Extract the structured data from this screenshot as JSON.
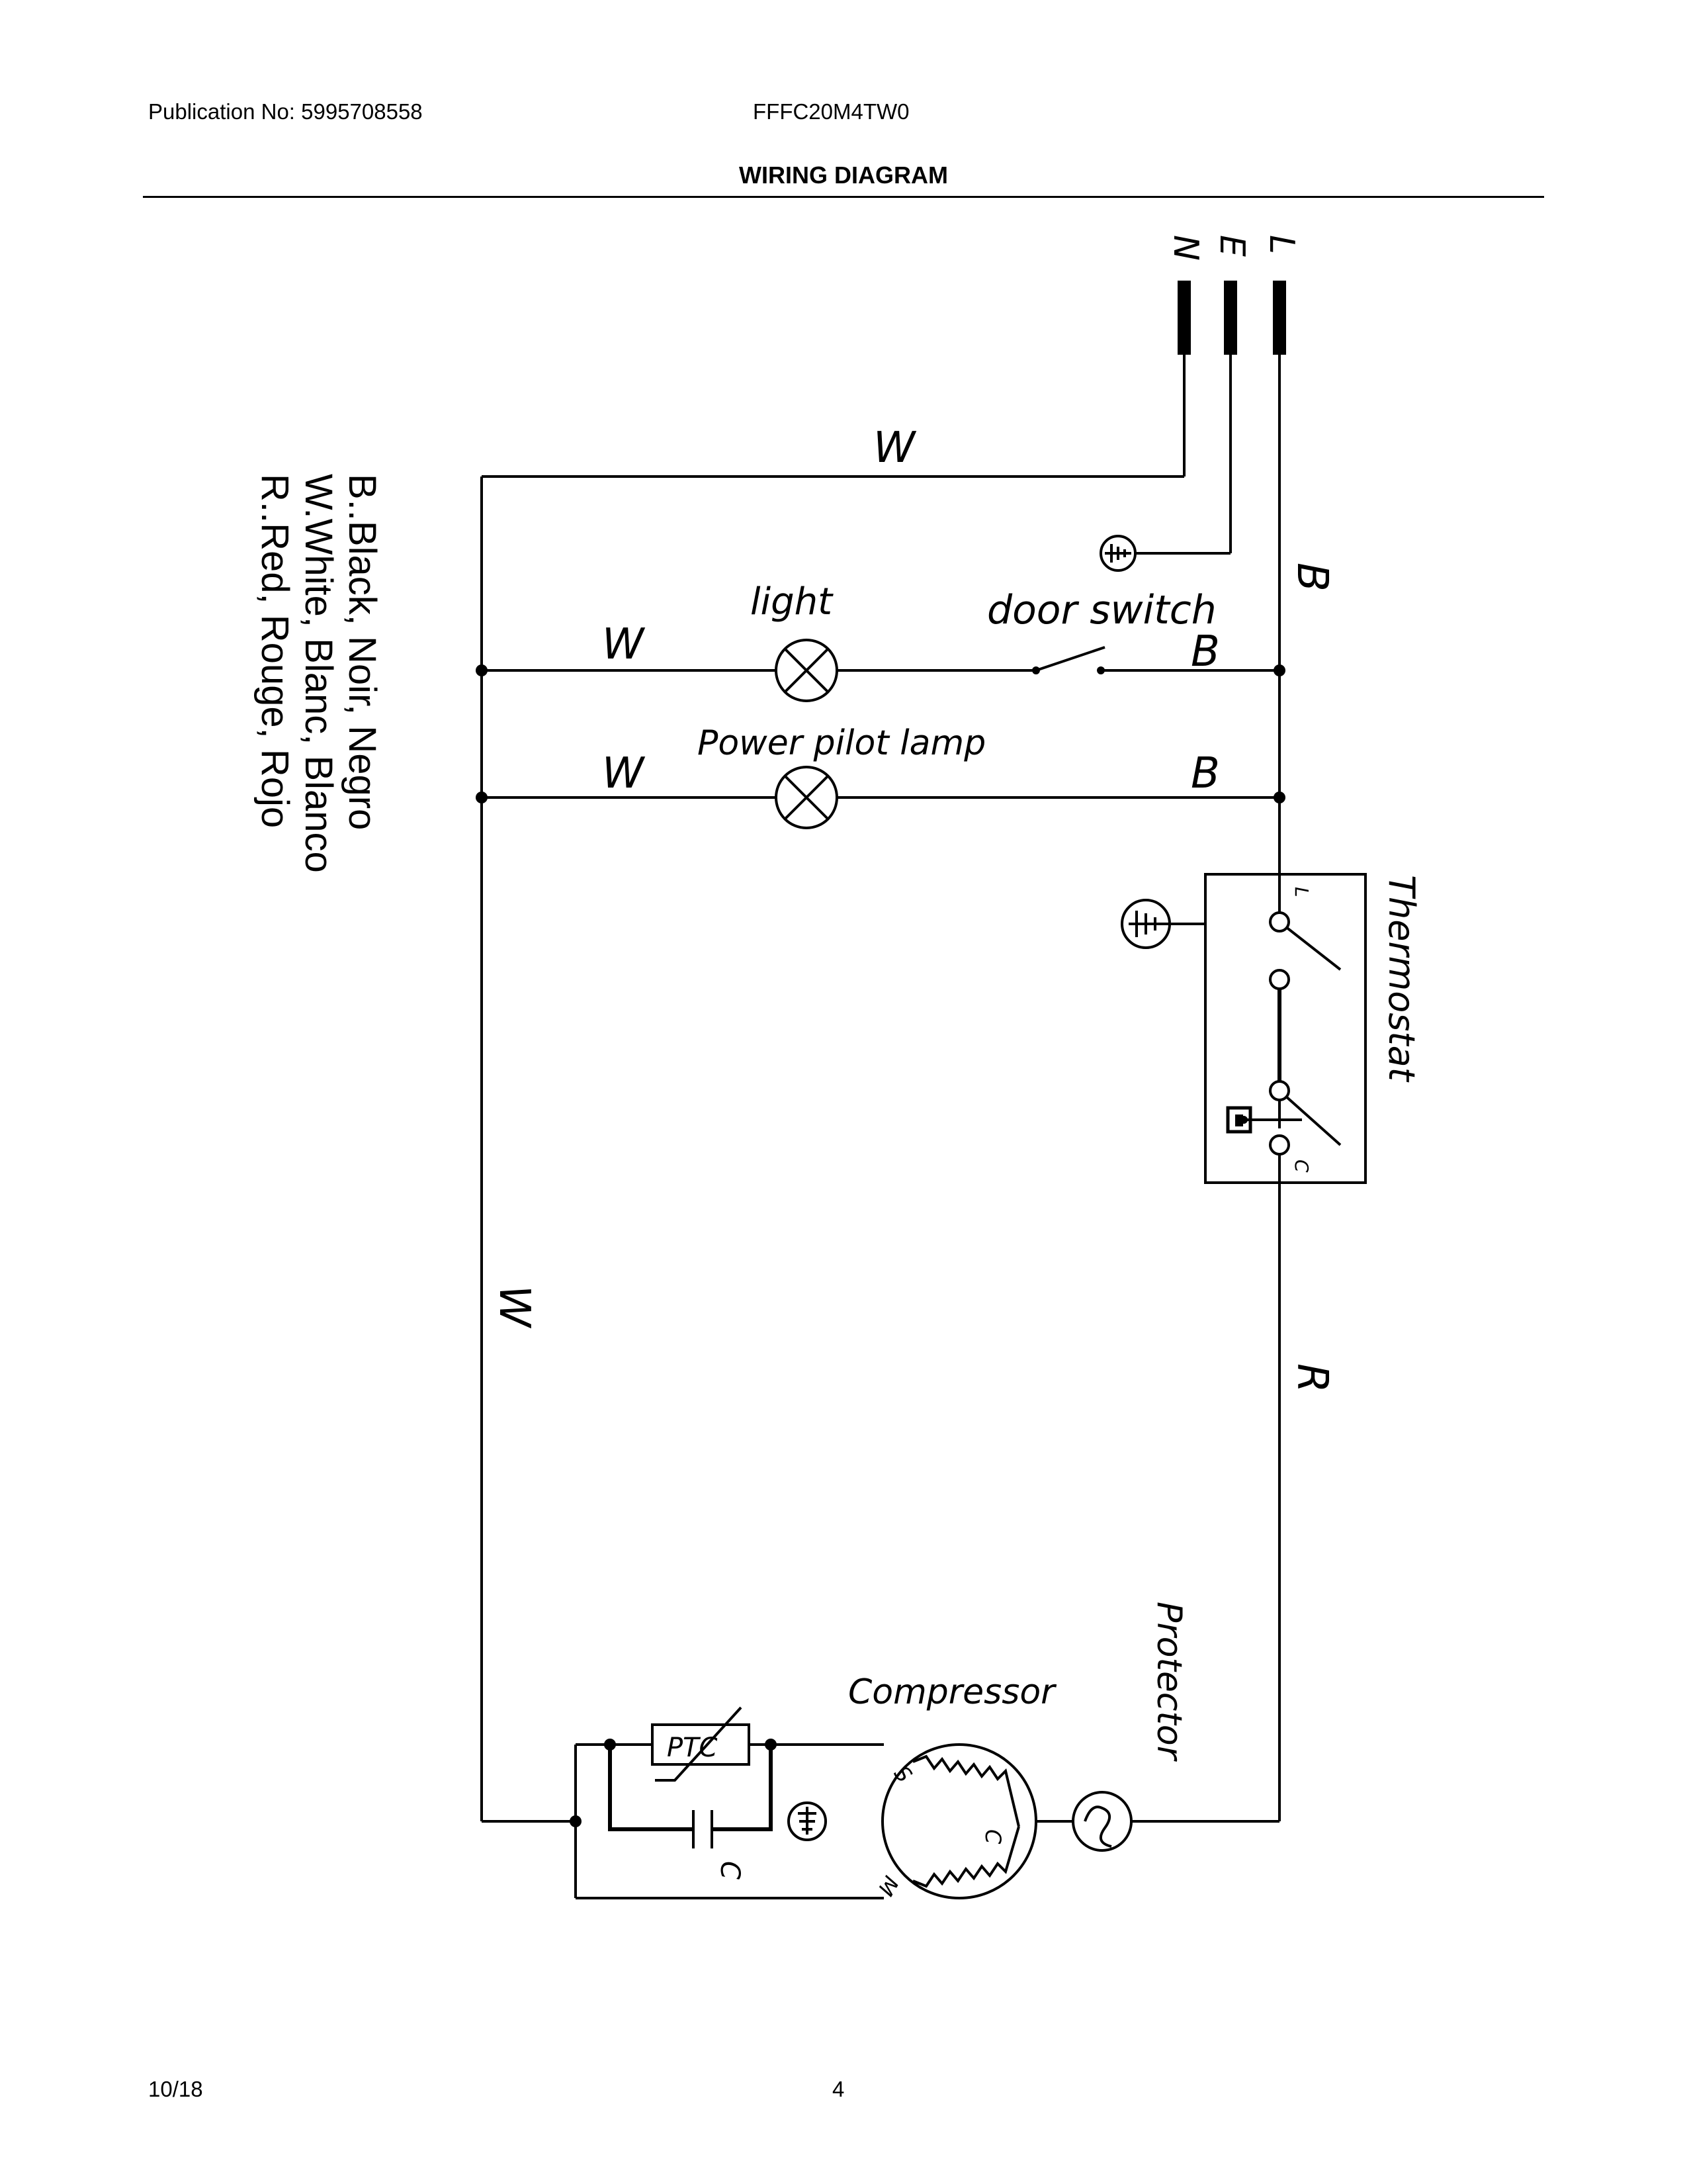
{
  "header": {
    "publication": "Publication No: 5995708558",
    "model": "FFFC20M4TW0",
    "title": "WIRING DIAGRAM"
  },
  "footer": {
    "date": "10/18",
    "page": "4"
  },
  "diagram": {
    "terminals": {
      "neutral": "N",
      "earth": "E",
      "line": "L"
    },
    "wire_labels": {
      "top_w": "W",
      "light_w": "W",
      "lamp_w": "W",
      "left_w": "W",
      "light_b": "B",
      "lamp_b": "B",
      "right_b": "B",
      "right_r": "R"
    },
    "components": {
      "light": "light",
      "door_switch": "door switch",
      "power_pilot_lamp": "Power pilot lamp",
      "thermostat": "Thermostat",
      "thermostat_l": "L",
      "thermostat_c": "C",
      "compressor": "Compressor",
      "compressor_s": "S",
      "compressor_c": "C",
      "compressor_m": "M",
      "protector": "Protector",
      "ptc": "PTC",
      "capacitor": "C"
    },
    "legend": [
      "B..Black, Noir, Negro",
      "W.White, Blanc, Blanco",
      "R..Red, Rouge, Rojo"
    ]
  }
}
